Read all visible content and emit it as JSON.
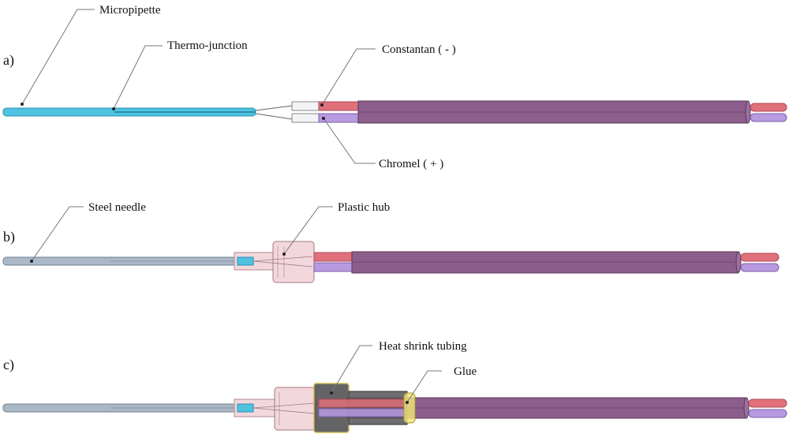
{
  "panels": {
    "a": "a)",
    "b": "b)",
    "c": "c)"
  },
  "labels": {
    "micropipette": "Micropipette",
    "thermo_junction": "Thermo-junction",
    "constantan": "Constantan ( - )",
    "chromel": "Chromel ( + )",
    "steel_needle": "Steel needle",
    "plastic_hub": "Plastic hub",
    "heat_shrink": "Heat shrink tubing",
    "glue": "Glue"
  },
  "colors": {
    "micropipette": "#4fc3e0",
    "steel_needle": "#aab8c8",
    "plastic_hub": "#f2d8dc",
    "constantan_wire": "#e0707a",
    "chromel_wire": "#b89ae0",
    "insulation_sheath": "#8c5e8c",
    "heat_shrink_tubing": "#555555",
    "glue": "#f0e27a"
  }
}
